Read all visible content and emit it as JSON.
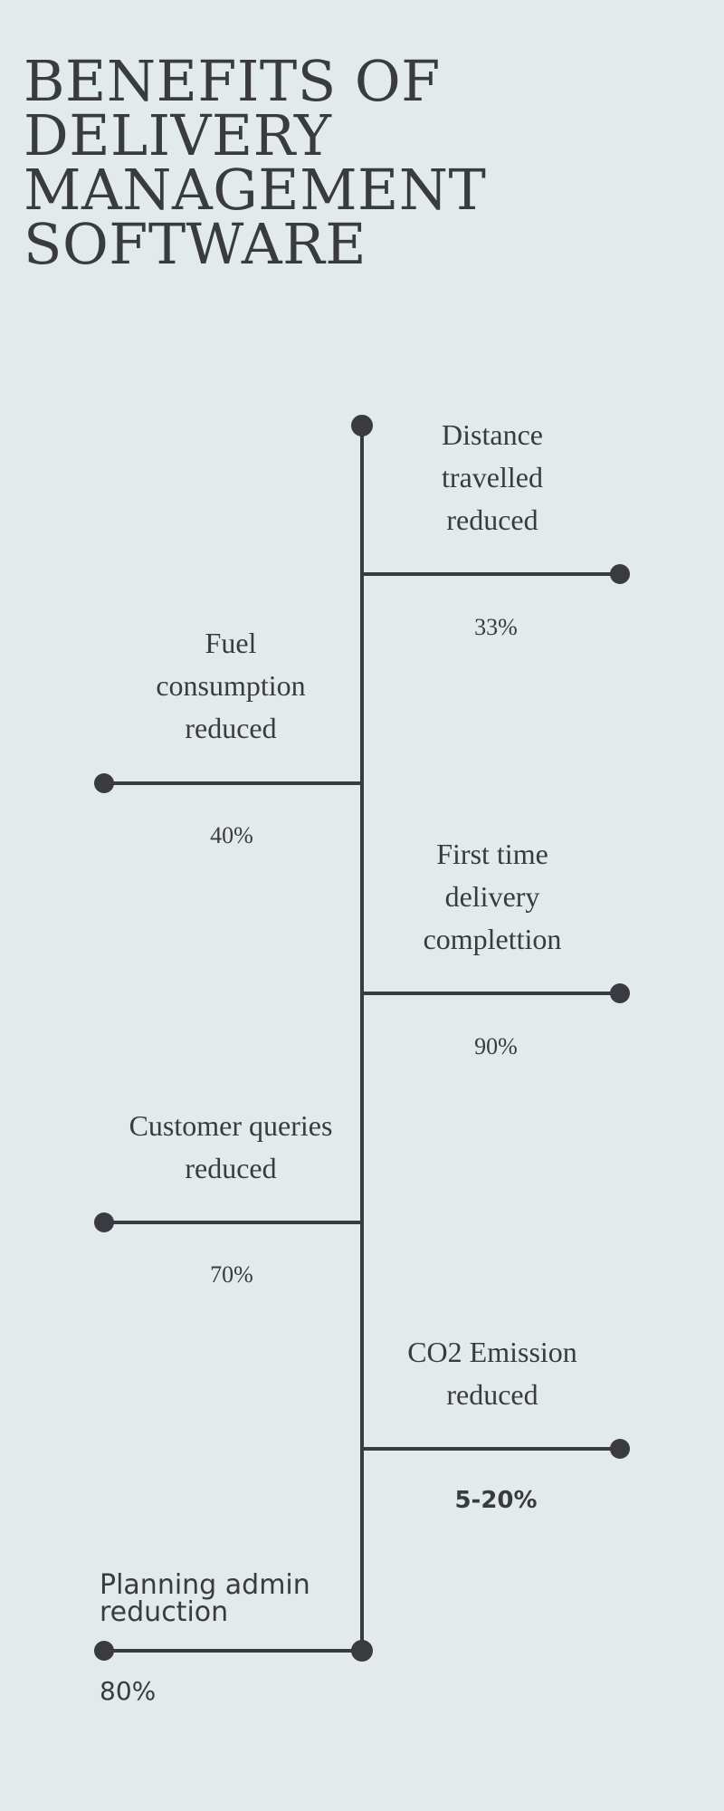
{
  "title": {
    "line1": "BENEFITS OF",
    "line2": "DELIVERY",
    "line3": "MANAGEMENT",
    "line4": "SOFTWARE"
  },
  "colors": {
    "background": "#e2eaec",
    "ink": "#3a3b40"
  },
  "milestones": [
    {
      "label": "Distance travelled reduced",
      "value": "33%",
      "side": "right"
    },
    {
      "label": "Fuel consumption reduced",
      "value": "40%",
      "side": "left"
    },
    {
      "label": "First time delivery complettion",
      "value": "90%",
      "side": "right"
    },
    {
      "label": "Customer queries reduced",
      "value": "70%",
      "side": "left"
    },
    {
      "label": "CO2 Emission reduced",
      "value": "5-20%",
      "side": "right"
    },
    {
      "label": "Planning admin reduction",
      "value": "80%",
      "side": "left"
    }
  ]
}
